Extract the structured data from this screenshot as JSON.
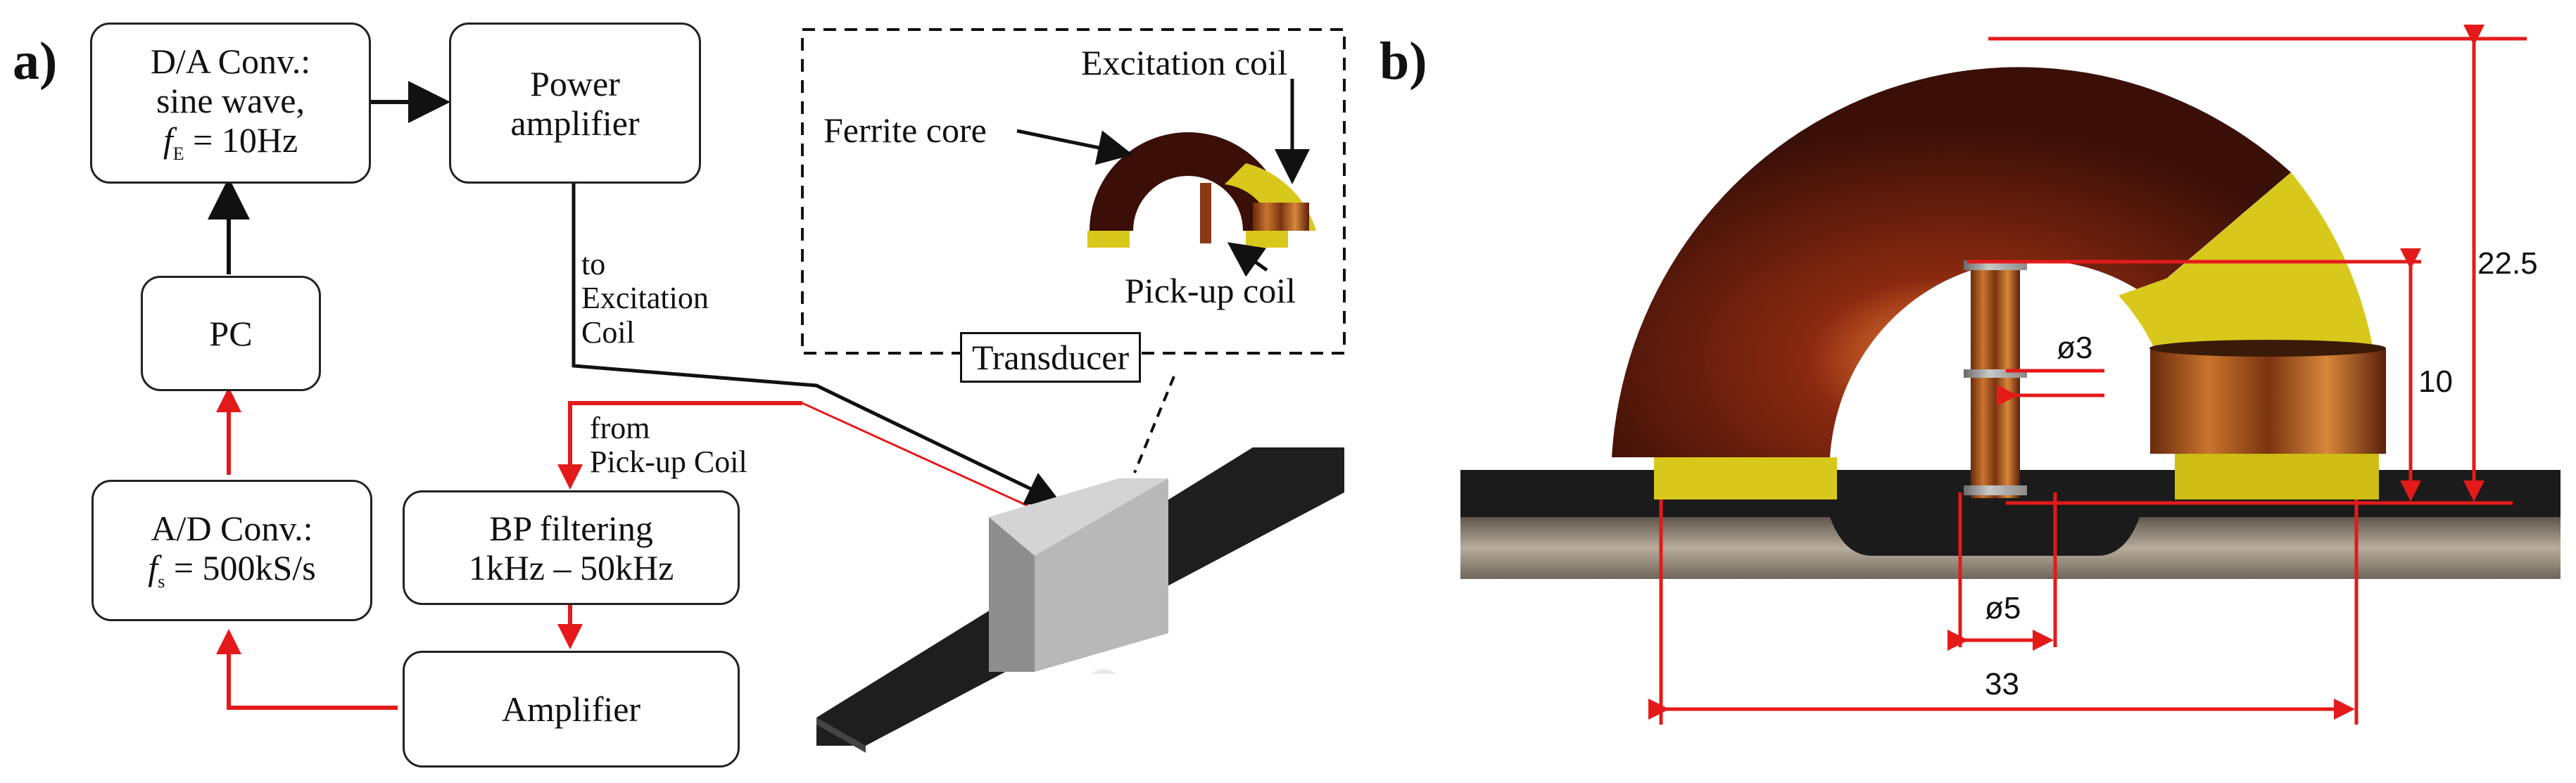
{
  "panels": {
    "a": "a)",
    "b": "b)"
  },
  "blocks": {
    "da": {
      "line1": "D/A Conv.:",
      "line2": "sine wave,",
      "f_sym": "f",
      "f_sub": "E",
      "f_rest": " = 10Hz"
    },
    "power": {
      "line1": "Power",
      "line2": "amplifier"
    },
    "pc": {
      "label": "PC"
    },
    "ad": {
      "line1": "A/D Conv.:",
      "f_sym": "f",
      "f_sub": "s",
      "f_rest": " = 500kS/s"
    },
    "bp": {
      "line1": "BP filtering",
      "line2": "1kHz – 50kHz"
    },
    "amp": {
      "label": "Amplifier"
    }
  },
  "annotations": {
    "to_line1": "to",
    "to_line2": "Excitation",
    "to_line3": "Coil",
    "from_line1": "from",
    "from_line2": "Pick-up Coil",
    "transducer": "Transducer",
    "ferrite_core": "Ferrite core",
    "excitation_coil": "Excitation coil",
    "pickup_coil": "Pick-up coil"
  },
  "dimensions": {
    "height_total": "22.5",
    "height_gap": "10",
    "pin_dia": "ø3",
    "hole_dia": "ø5",
    "width": "33"
  },
  "colors": {
    "flow_black": "#111111",
    "flow_red": "#e41a1a",
    "ferrite": "#3a0f08",
    "coil_yellow": "#d8c81c",
    "copper": "#b3581e",
    "plate": "#1e1e1e",
    "steel": "#8f8679"
  }
}
